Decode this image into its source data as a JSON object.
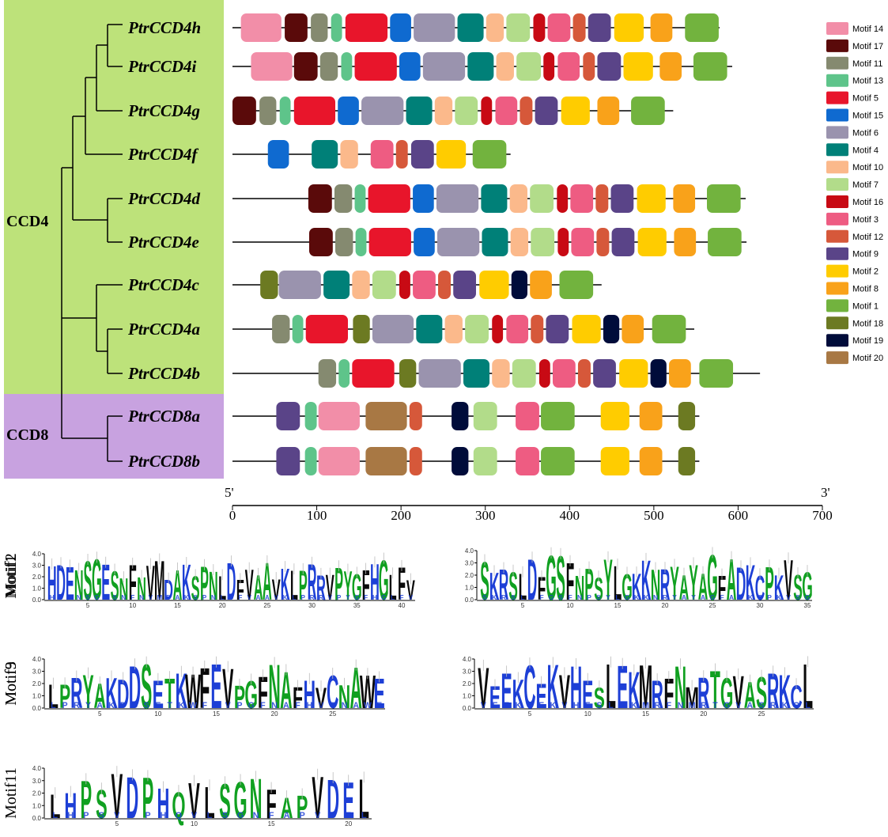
{
  "groups": [
    {
      "name": "CCD4",
      "color": "#bde27a"
    },
    {
      "name": "CCD8",
      "color": "#c8a2e0"
    }
  ],
  "motifs": [
    {
      "name": "Motif 14",
      "color": "#f28ea8"
    },
    {
      "name": "Motif 17",
      "color": "#5a0a0a"
    },
    {
      "name": "Motif 11",
      "color": "#858a70"
    },
    {
      "name": "Motif 13",
      "color": "#5ec48a"
    },
    {
      "name": "Motif 5",
      "color": "#e8152b"
    },
    {
      "name": "Motif 15",
      "color": "#0f6ad0"
    },
    {
      "name": "Motif 6",
      "color": "#9a93ae"
    },
    {
      "name": "Motif 4",
      "color": "#008078"
    },
    {
      "name": "Motif 10",
      "color": "#fbb98b"
    },
    {
      "name": "Motif 7",
      "color": "#b2dc8a"
    },
    {
      "name": "Motif 16",
      "color": "#c80a14"
    },
    {
      "name": "Motif 3",
      "color": "#ee5c82"
    },
    {
      "name": "Motif 12",
      "color": "#d6583a"
    },
    {
      "name": "Motif 9",
      "color": "#5a4488"
    },
    {
      "name": "Motif 2",
      "color": "#ffcc00"
    },
    {
      "name": "Motif 8",
      "color": "#f9a21a"
    },
    {
      "name": "Motif 1",
      "color": "#72b33e"
    },
    {
      "name": "Motif 18",
      "color": "#6c7a22"
    },
    {
      "name": "Motif 19",
      "color": "#000c3a"
    },
    {
      "name": "Motif 20",
      "color": "#a87844"
    }
  ],
  "genes": [
    {
      "name": "PtrCCD4h",
      "length": 578,
      "motifs": [
        [
          "Motif 14",
          10,
          58
        ],
        [
          "Motif 17",
          62,
          89
        ],
        [
          "Motif 11",
          93,
          113
        ],
        [
          "Motif 13",
          117,
          130
        ],
        [
          "Motif 5",
          134,
          184
        ],
        [
          "Motif 15",
          187,
          212
        ],
        [
          "Motif 6",
          215,
          264
        ],
        [
          "Motif 4",
          267,
          298
        ],
        [
          "Motif 10",
          301,
          322
        ],
        [
          "Motif 7",
          325,
          353
        ],
        [
          "Motif 16",
          357,
          371
        ],
        [
          "Motif 3",
          374,
          401
        ],
        [
          "Motif 12",
          404,
          419
        ],
        [
          "Motif 9",
          422,
          449
        ],
        [
          "Motif 2",
          453,
          488
        ],
        [
          "Motif 8",
          496,
          522
        ],
        [
          "Motif 1",
          537,
          577
        ]
      ]
    },
    {
      "name": "PtrCCD4i",
      "length": 593,
      "motifs": [
        [
          "Motif 14",
          22,
          71
        ],
        [
          "Motif 17",
          73,
          101
        ],
        [
          "Motif 11",
          104,
          125
        ],
        [
          "Motif 13",
          129,
          142
        ],
        [
          "Motif 5",
          145,
          195
        ],
        [
          "Motif 15",
          198,
          223
        ],
        [
          "Motif 6",
          226,
          276
        ],
        [
          "Motif 4",
          279,
          310
        ],
        [
          "Motif 10",
          313,
          334
        ],
        [
          "Motif 7",
          337,
          366
        ],
        [
          "Motif 16",
          369,
          382
        ],
        [
          "Motif 3",
          386,
          412
        ],
        [
          "Motif 12",
          416,
          430
        ],
        [
          "Motif 9",
          433,
          461
        ],
        [
          "Motif 2",
          464,
          499
        ],
        [
          "Motif 8",
          507,
          533
        ],
        [
          "Motif 1",
          547,
          587
        ]
      ]
    },
    {
      "name": "PtrCCD4g",
      "length": 523,
      "motifs": [
        [
          "Motif 17",
          0,
          28
        ],
        [
          "Motif 11",
          32,
          52
        ],
        [
          "Motif 13",
          56,
          69
        ],
        [
          "Motif 5",
          73,
          122
        ],
        [
          "Motif 15",
          125,
          150
        ],
        [
          "Motif 6",
          153,
          203
        ],
        [
          "Motif 4",
          206,
          237
        ],
        [
          "Motif 10",
          240,
          261
        ],
        [
          "Motif 7",
          264,
          291
        ],
        [
          "Motif 16",
          295,
          308
        ],
        [
          "Motif 3",
          312,
          338
        ],
        [
          "Motif 12",
          341,
          356
        ],
        [
          "Motif 9",
          359,
          386
        ],
        [
          "Motif 2",
          390,
          424
        ],
        [
          "Motif 8",
          433,
          459
        ],
        [
          "Motif 1",
          473,
          513
        ]
      ]
    },
    {
      "name": "PtrCCD4f",
      "length": 330,
      "motifs": [
        [
          "Motif 15",
          42,
          67
        ],
        [
          "Motif 4",
          94,
          125
        ],
        [
          "Motif 10",
          128,
          149
        ],
        [
          "Motif 3",
          164,
          191
        ],
        [
          "Motif 12",
          194,
          208
        ],
        [
          "Motif 9",
          212,
          239
        ],
        [
          "Motif 2",
          242,
          277
        ],
        [
          "Motif 1",
          285,
          325
        ]
      ]
    },
    {
      "name": "PtrCCD4d",
      "length": 609,
      "motifs": [
        [
          "Motif 17",
          90,
          118
        ],
        [
          "Motif 11",
          121,
          142
        ],
        [
          "Motif 13",
          145,
          158
        ],
        [
          "Motif 5",
          161,
          211
        ],
        [
          "Motif 15",
          214,
          239
        ],
        [
          "Motif 6",
          242,
          292
        ],
        [
          "Motif 4",
          295,
          326
        ],
        [
          "Motif 10",
          329,
          350
        ],
        [
          "Motif 7",
          353,
          381
        ],
        [
          "Motif 16",
          385,
          398
        ],
        [
          "Motif 3",
          401,
          428
        ],
        [
          "Motif 12",
          431,
          446
        ],
        [
          "Motif 9",
          449,
          476
        ],
        [
          "Motif 2",
          480,
          514
        ],
        [
          "Motif 8",
          523,
          549
        ],
        [
          "Motif 1",
          563,
          603
        ]
      ]
    },
    {
      "name": "PtrCCD4e",
      "length": 610,
      "motifs": [
        [
          "Motif 17",
          91,
          119
        ],
        [
          "Motif 11",
          122,
          143
        ],
        [
          "Motif 13",
          146,
          159
        ],
        [
          "Motif 5",
          162,
          212
        ],
        [
          "Motif 15",
          215,
          240
        ],
        [
          "Motif 6",
          243,
          293
        ],
        [
          "Motif 4",
          296,
          327
        ],
        [
          "Motif 10",
          330,
          351
        ],
        [
          "Motif 7",
          354,
          382
        ],
        [
          "Motif 16",
          386,
          399
        ],
        [
          "Motif 3",
          402,
          429
        ],
        [
          "Motif 12",
          432,
          447
        ],
        [
          "Motif 9",
          450,
          477
        ],
        [
          "Motif 2",
          481,
          515
        ],
        [
          "Motif 8",
          524,
          550
        ],
        [
          "Motif 1",
          564,
          604
        ]
      ]
    },
    {
      "name": "PtrCCD4c",
      "length": 438,
      "motifs": [
        [
          "Motif 18",
          33,
          54
        ],
        [
          "Motif 6",
          55,
          105
        ],
        [
          "Motif 4",
          108,
          139
        ],
        [
          "Motif 10",
          142,
          163
        ],
        [
          "Motif 7",
          166,
          194
        ],
        [
          "Motif 16",
          198,
          211
        ],
        [
          "Motif 3",
          214,
          241
        ],
        [
          "Motif 12",
          244,
          259
        ],
        [
          "Motif 9",
          262,
          289
        ],
        [
          "Motif 2",
          293,
          328
        ],
        [
          "Motif 19",
          331,
          350
        ],
        [
          "Motif 8",
          353,
          379
        ],
        [
          "Motif 1",
          388,
          428
        ]
      ]
    },
    {
      "name": "PtrCCD4a",
      "length": 548,
      "motifs": [
        [
          "Motif 11",
          47,
          68
        ],
        [
          "Motif 13",
          71,
          84
        ],
        [
          "Motif 5",
          87,
          137
        ],
        [
          "Motif 18",
          143,
          163
        ],
        [
          "Motif 6",
          166,
          215
        ],
        [
          "Motif 4",
          218,
          249
        ],
        [
          "Motif 10",
          252,
          273
        ],
        [
          "Motif 7",
          276,
          304
        ],
        [
          "Motif 16",
          308,
          321
        ],
        [
          "Motif 3",
          325,
          351
        ],
        [
          "Motif 12",
          354,
          369
        ],
        [
          "Motif 9",
          372,
          399
        ],
        [
          "Motif 2",
          403,
          437
        ],
        [
          "Motif 19",
          440,
          459
        ],
        [
          "Motif 8",
          462,
          488
        ],
        [
          "Motif 1",
          498,
          538
        ]
      ]
    },
    {
      "name": "PtrCCD4b",
      "length": 626,
      "motifs": [
        [
          "Motif 11",
          102,
          123
        ],
        [
          "Motif 13",
          126,
          139
        ],
        [
          "Motif 5",
          142,
          192
        ],
        [
          "Motif 18",
          198,
          218
        ],
        [
          "Motif 6",
          221,
          271
        ],
        [
          "Motif 4",
          274,
          305
        ],
        [
          "Motif 10",
          308,
          329
        ],
        [
          "Motif 7",
          332,
          360
        ],
        [
          "Motif 16",
          364,
          377
        ],
        [
          "Motif 3",
          380,
          407
        ],
        [
          "Motif 12",
          410,
          425
        ],
        [
          "Motif 9",
          428,
          455
        ],
        [
          "Motif 2",
          459,
          493
        ],
        [
          "Motif 19",
          496,
          515
        ],
        [
          "Motif 8",
          518,
          544
        ],
        [
          "Motif 1",
          554,
          594
        ]
      ]
    },
    {
      "name": "PtrCCD8a",
      "length": 554,
      "motifs": [
        [
          "Motif 9",
          52,
          80
        ],
        [
          "Motif 13",
          86,
          100
        ],
        [
          "Motif 14",
          102,
          151
        ],
        [
          "Motif 20",
          158,
          207
        ],
        [
          "Motif 12",
          210,
          225
        ],
        [
          "Motif 19",
          260,
          280
        ],
        [
          "Motif 7",
          286,
          314
        ],
        [
          "Motif 3",
          336,
          364
        ],
        [
          "Motif 1",
          366,
          406
        ],
        [
          "Motif 2",
          437,
          471
        ],
        [
          "Motif 8",
          483,
          510
        ],
        [
          "Motif 18",
          529,
          549
        ]
      ]
    },
    {
      "name": "PtrCCD8b",
      "length": 554,
      "motifs": [
        [
          "Motif 9",
          52,
          80
        ],
        [
          "Motif 13",
          86,
          100
        ],
        [
          "Motif 14",
          102,
          151
        ],
        [
          "Motif 20",
          158,
          207
        ],
        [
          "Motif 12",
          210,
          225
        ],
        [
          "Motif 19",
          260,
          280
        ],
        [
          "Motif 7",
          286,
          314
        ],
        [
          "Motif 3",
          336,
          364
        ],
        [
          "Motif 1",
          366,
          406
        ],
        [
          "Motif 2",
          437,
          471
        ],
        [
          "Motif 8",
          483,
          510
        ],
        [
          "Motif 18",
          529,
          549
        ]
      ]
    }
  ],
  "axis": {
    "min": 0,
    "max": 700,
    "ticks": [
      0,
      100,
      200,
      300,
      400,
      500,
      600,
      700
    ],
    "start_label": "5'",
    "end_label": "3'"
  },
  "logos": [
    {
      "title": "Motif1",
      "yticks": [
        "0.0",
        "1.0",
        "2.0",
        "3.0",
        "4.0"
      ],
      "xticks": [
        "5",
        "10",
        "15",
        "20",
        "25",
        "30",
        "35",
        "40"
      ],
      "length": 41,
      "sequence": "HDENSGESNFNVMDAKSPNLDFVAAVKLPRRVPYGFHGLFV"
    },
    {
      "title": "Motif2",
      "yticks": [
        "0.0",
        "1.0",
        "2.0",
        "3.0",
        "4.0"
      ],
      "xticks": [
        "5",
        "10",
        "15",
        "20",
        "25",
        "30",
        "35"
      ],
      "length": 35,
      "sequence": "SKRSLDFGSFNPSYLGKKNRYAYAGFADKCPKVSG"
    },
    {
      "title": "Motif3",
      "yticks": [
        "0.0",
        "1.0",
        "2.0",
        "3.0",
        "4.0"
      ],
      "xticks": [
        "5",
        "10",
        "15",
        "20",
        "25"
      ],
      "length": 29,
      "sequence": "LPRYAKDDSETKWFEVPGFNAFHVCNAWE"
    },
    {
      "title": "Motif9",
      "yticks": [
        "0.0",
        "1.0",
        "2.0",
        "3.0",
        "4.0"
      ],
      "xticks": [
        "5",
        "10",
        "15",
        "20",
        "25"
      ],
      "length": 29,
      "sequence": "VEEKCEKVHESLEKMRFNMRTGVASRKCL"
    },
    {
      "title": "Motif11",
      "yticks": [
        "0.0",
        "1.0",
        "2.0",
        "3.0",
        "4.0"
      ],
      "xticks": [
        "5",
        "10",
        "15",
        "20"
      ],
      "length": 21,
      "sequence": "LHPSVDPHQVLSGNFAPVDEL"
    }
  ]
}
